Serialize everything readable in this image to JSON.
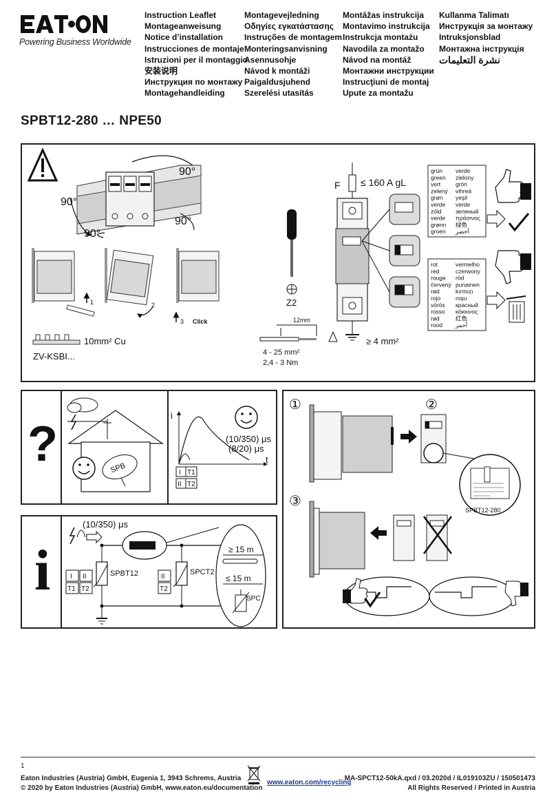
{
  "brand": {
    "logo_text": "EATON",
    "tagline": "Powering Business Worldwide"
  },
  "languages": {
    "col1": [
      "Instruction Leaflet",
      "Montageanweisung",
      "Notice d’installation",
      "Instrucciones de montaje",
      "Istruzioni per il montaggio",
      "安装说明",
      "Инструкция по монтажу",
      "Montagehandleiding"
    ],
    "col2": [
      "Montagevejledning",
      "Οδηγίες εγκατάστασης",
      "Instruções de montagem",
      "Monteringsanvisning",
      "Asennusohje",
      "Návod k montáži",
      "Paigaldusjuhend",
      "Szerelési utasítás"
    ],
    "col3": [
      "Montāžas instrukcija",
      "Montavimo instrukcija",
      "Instrukcja montażu",
      "Navodila za montažo",
      "Návod na montáž",
      "Монтажни инструкции",
      "Instrucţiuni de montaj",
      "Upute za montažu"
    ],
    "col4": [
      "Kullanma Talimatı",
      "Инструкція за монтажу",
      "Intruksjonsblad",
      "Монтажна інструкція",
      "نشرة التعليمات"
    ]
  },
  "product_title": "SPBT12-280 … NPE50",
  "top_panel": {
    "angles": [
      "90°",
      "90°",
      "90°",
      "90°"
    ],
    "steps": [
      "1",
      "2",
      "3",
      "Click"
    ],
    "busbar_size": "10mm² Cu",
    "busbar_name": "ZV-KSBI...",
    "fuse_label": "F",
    "fuse_rating": "≤ 160 A gL",
    "screwdriver": "Z2",
    "strip_length": "12mm",
    "wire_range": "4 - 25 mm²",
    "torque": "2,4 - 3 Nm",
    "pe_size": "≥ 4 mm²",
    "green_words": [
      [
        "grün",
        "verde"
      ],
      [
        "green",
        "zielony"
      ],
      [
        "vert",
        "grön"
      ],
      [
        "zelený",
        "vihreä"
      ],
      [
        "grøn",
        "yeşil"
      ],
      [
        "verde",
        "verde"
      ],
      [
        "zöld",
        "зеленый"
      ],
      [
        "verde",
        "πράσινος"
      ],
      [
        "grønn",
        "绿色"
      ],
      [
        "groen",
        "أخضر"
      ]
    ],
    "red_words": [
      [
        "rot",
        "vermelho"
      ],
      [
        "red",
        "czerwony"
      ],
      [
        "rouge",
        "röd"
      ],
      [
        "červený",
        "punainen"
      ],
      [
        "rød",
        "kırmızı"
      ],
      [
        "rojo",
        "roşu"
      ],
      [
        "vörös",
        "красный"
      ],
      [
        "rosso",
        "κόκκινος"
      ],
      [
        "rød",
        "红色"
      ],
      [
        "rood",
        "أحمر"
      ]
    ]
  },
  "q_panel": {
    "glyph": "?",
    "spb_label": "SPB",
    "axis_i": "i",
    "axis_t": "t",
    "wave1": "(10/350) μs",
    "wave2": "(8/20) μs",
    "type_row1": [
      "I",
      "T1"
    ],
    "type_row2": [
      "II",
      "T2"
    ]
  },
  "i_panel": {
    "glyph": "i",
    "wave": "(10/350) μs",
    "spbt_label": "SPBT12",
    "spct_label": "SPCT2",
    "dist_far": "≥ 15 m",
    "dist_near": "≤ 15 m",
    "spc_label": "SPC",
    "boxes_left": [
      "I",
      "II",
      "T1",
      "T2"
    ],
    "boxes_right": [
      "II",
      "T2"
    ]
  },
  "right_panel": {
    "step1": "①",
    "step2": "②",
    "step3": "③",
    "module_label": "SPBT12-280"
  },
  "footer": {
    "page": "1",
    "company": "Eaton Industries (Austria) GmbH, Eugenia 1, 3943 Schrems, Austria",
    "copyright": "© 2020 by Eaton Industries (Austria) GmbH, www.eaton.eu/documentation",
    "recycling": "www.eaton.com/recycling",
    "doc_ref": "MA-SPCT12-50kA.qxd / 03.2020d / IL019103ZU / 150501473",
    "rights": "All Rights Reserved / Printed in Austria"
  }
}
